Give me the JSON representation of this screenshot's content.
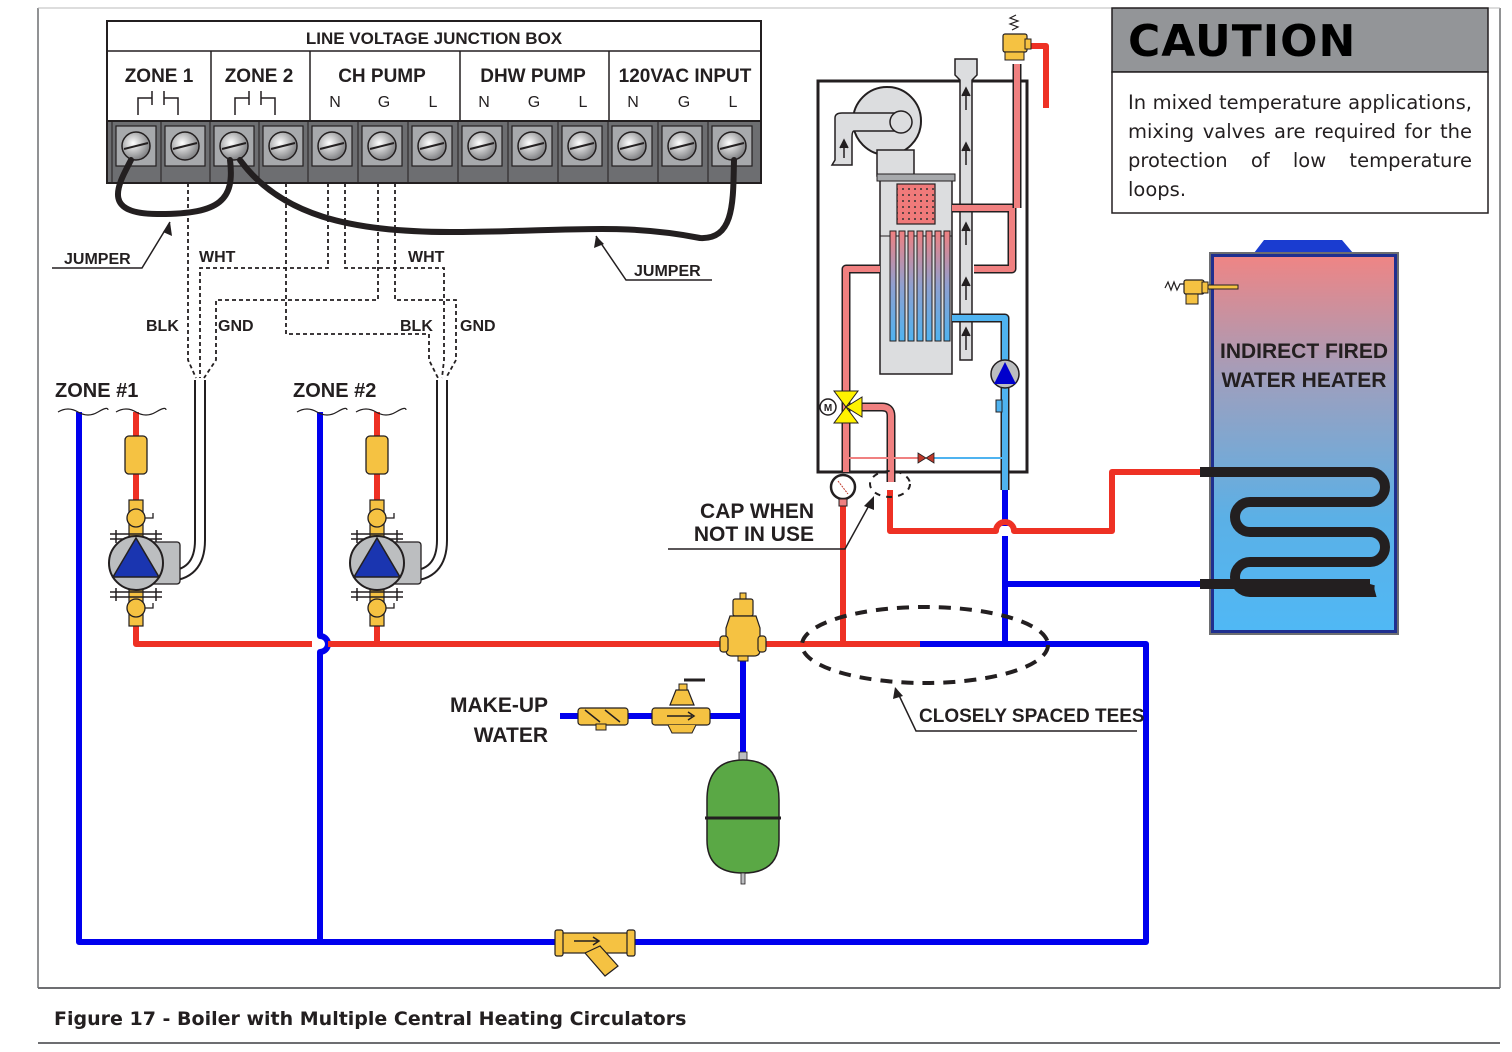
{
  "figure": {
    "caption": "Figure 17 - Boiler with Multiple Central Heating Circulators"
  },
  "junction_box": {
    "title": "LINE VOLTAGE JUNCTION BOX",
    "groups": [
      {
        "label": "ZONE 1",
        "terminals": [
          "",
          ""
        ],
        "symbol": "contact"
      },
      {
        "label": "ZONE 2",
        "terminals": [
          "",
          ""
        ],
        "symbol": "contact"
      },
      {
        "label": "CH PUMP",
        "terminals": [
          "N",
          "G",
          "L"
        ]
      },
      {
        "label": "DHW PUMP",
        "terminals": [
          "N",
          "G",
          "L"
        ]
      },
      {
        "label": "120VAC INPUT",
        "terminals": [
          "N",
          "G",
          "L"
        ]
      }
    ]
  },
  "wiring_labels": {
    "jumper_left": "JUMPER",
    "jumper_right": "JUMPER",
    "wht_1": "WHT",
    "wht_2": "WHT",
    "blk_1": "BLK",
    "gnd_1": "GND",
    "blk_2": "BLK",
    "gnd_2": "GND"
  },
  "zones": [
    {
      "label": "ZONE  #1"
    },
    {
      "label": "ZONE  #2"
    }
  ],
  "caution": {
    "title": "CAUTION",
    "body": "In mixed temperature applications, mixing valves are required for the protection of low temperature loops."
  },
  "water_heater": {
    "label_line1": "INDIRECT FIRED",
    "label_line2": "WATER HEATER"
  },
  "annotations": {
    "cap_line1": "CAP WHEN",
    "cap_line2": "NOT IN USE",
    "tees": "CLOSELY SPACED TEES",
    "makeup_line1": "MAKE-UP",
    "makeup_line2": "WATER"
  },
  "colors": {
    "supply_red": "#ee3124",
    "return_blue": "#0000ee",
    "internal_pink": "#f08080",
    "internal_blue": "#4fb3f0",
    "brass": "#f5c242",
    "pump_blue": "#1a35b0",
    "tank_green": "#5aa845",
    "caution_gray": "#939598"
  }
}
